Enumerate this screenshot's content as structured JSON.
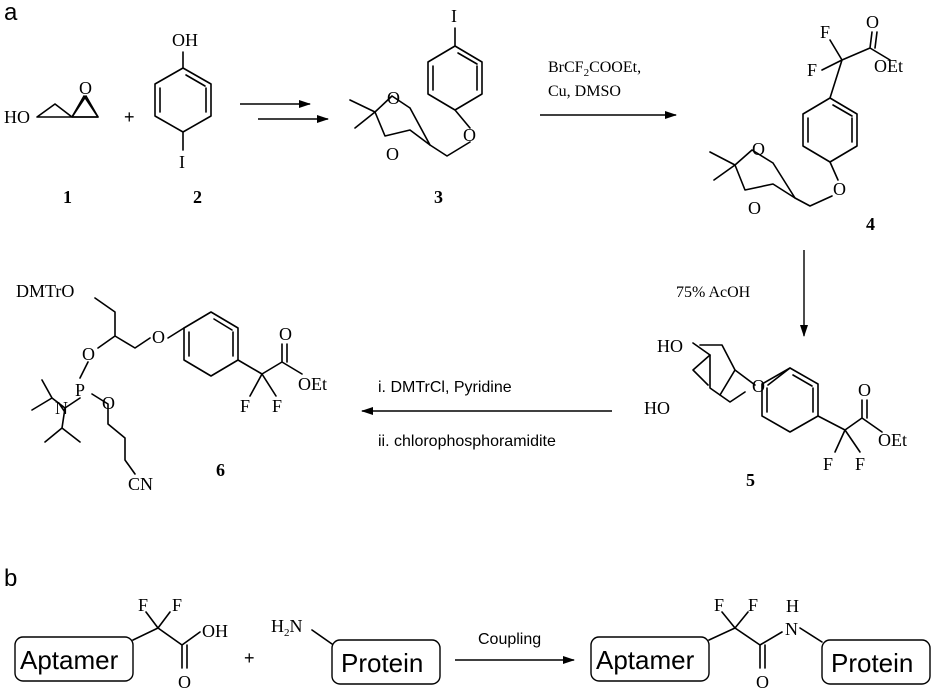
{
  "panels": {
    "a": "a",
    "b": "b"
  },
  "compounds": {
    "c1": {
      "number": "1",
      "label_ho": "HO",
      "label_o": "O"
    },
    "c2": {
      "number": "2",
      "label_oh": "OH",
      "label_i": "I"
    },
    "c3": {
      "number": "3",
      "label_i": "I",
      "label_o1": "O",
      "label_o2": "O",
      "label_o3": "O"
    },
    "c4": {
      "number": "4",
      "label_f1": "F",
      "label_f2": "F",
      "label_o": "O",
      "label_oet": "OEt",
      "label_o1": "O",
      "label_o2": "O",
      "label_o3": "O"
    },
    "c5": {
      "number": "5",
      "label_ho1": "HO",
      "label_ho2": "HO",
      "label_o": "O",
      "label_co": "O",
      "label_oet": "OEt",
      "label_f1": "F",
      "label_f2": "F"
    },
    "c6": {
      "number": "6",
      "label_dmtro": "DMTrO",
      "label_o1": "O",
      "label_o2": "O",
      "label_p": "P",
      "label_n": "N",
      "label_o3": "O",
      "label_cn": "CN",
      "label_co": "O",
      "label_oet": "OEt",
      "label_f1": "F",
      "label_f2": "F"
    }
  },
  "reactions": {
    "r1": {
      "reagent_line1_pre": "BrCF",
      "reagent_line1_sub": "2",
      "reagent_line1_post": "COOEt,",
      "reagent_line2": "Cu, DMSO"
    },
    "r2": {
      "reagent": "75% AcOH"
    },
    "r3": {
      "reagent_line1": "i. DMTrCl, Pyridine",
      "reagent_line2": "ii. chlorophosphoramidite"
    }
  },
  "plus": "+",
  "scheme_b": {
    "aptamer": "Aptamer",
    "protein": "Protein",
    "f1": "F",
    "f2": "F",
    "oh": "OH",
    "o1": "O",
    "h2n_h": "H",
    "h2n_sub": "2",
    "h2n_n": "N",
    "coupling": "Coupling",
    "plus": "+",
    "nh_h": "H",
    "nh_n": "N",
    "o2": "O",
    "f3": "F",
    "f4": "F"
  }
}
